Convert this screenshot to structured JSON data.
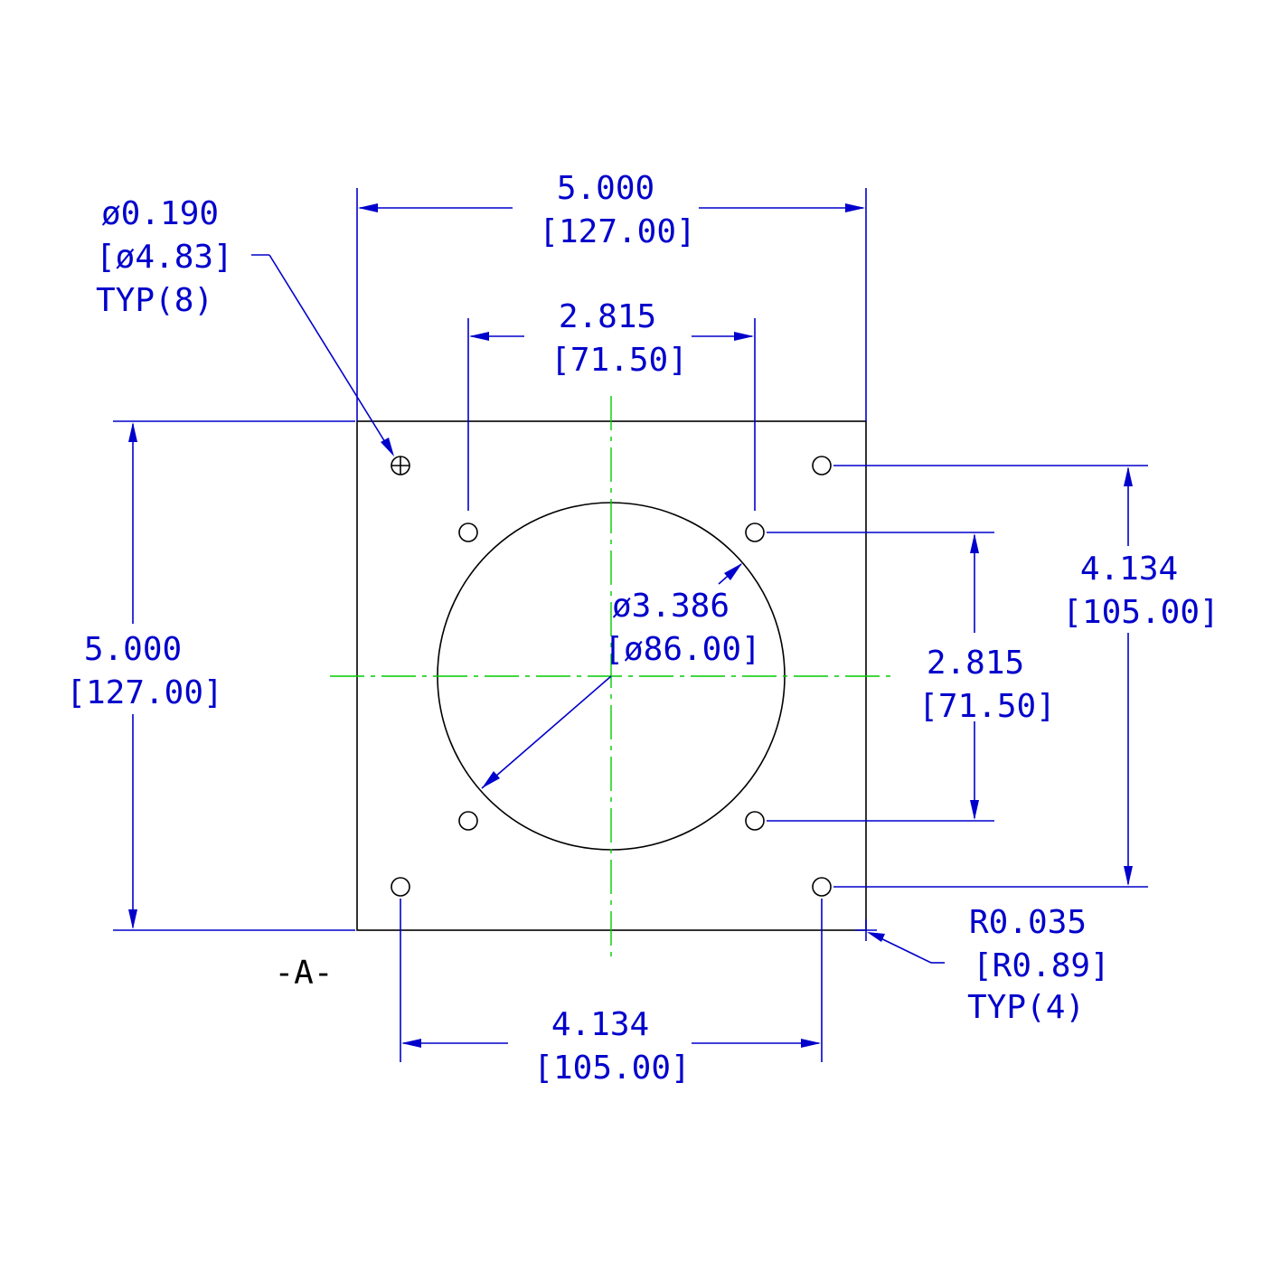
{
  "colors": {
    "dimension": "#0000cc",
    "part_outline": "#000000",
    "center_line": "#00cc00",
    "background": "#ffffff"
  },
  "dimensions": {
    "top_width": {
      "value": "5.000",
      "metric": "[127.00]"
    },
    "inner_horizontal": {
      "value": "2.815",
      "metric": "[71.50]"
    },
    "left_height": {
      "value": "5.000",
      "metric": "[127.00]"
    },
    "bolt_circle": {
      "value": "ø3.386",
      "metric": "[ø86.00]"
    },
    "inner_vertical": {
      "value": "2.815",
      "metric": "[71.50]"
    },
    "outer_vertical": {
      "value": "4.134",
      "metric": "[105.00]"
    },
    "bottom_width": {
      "value": "4.134",
      "metric": "[105.00]"
    }
  },
  "callouts": {
    "hole": {
      "value": "ø0.190",
      "metric": "[ø4.83]",
      "note": "TYP(8)"
    },
    "corner": {
      "value": "R0.035",
      "metric": "[R0.89]",
      "note": "TYP(4)"
    }
  },
  "datum": {
    "label": "-A-"
  }
}
